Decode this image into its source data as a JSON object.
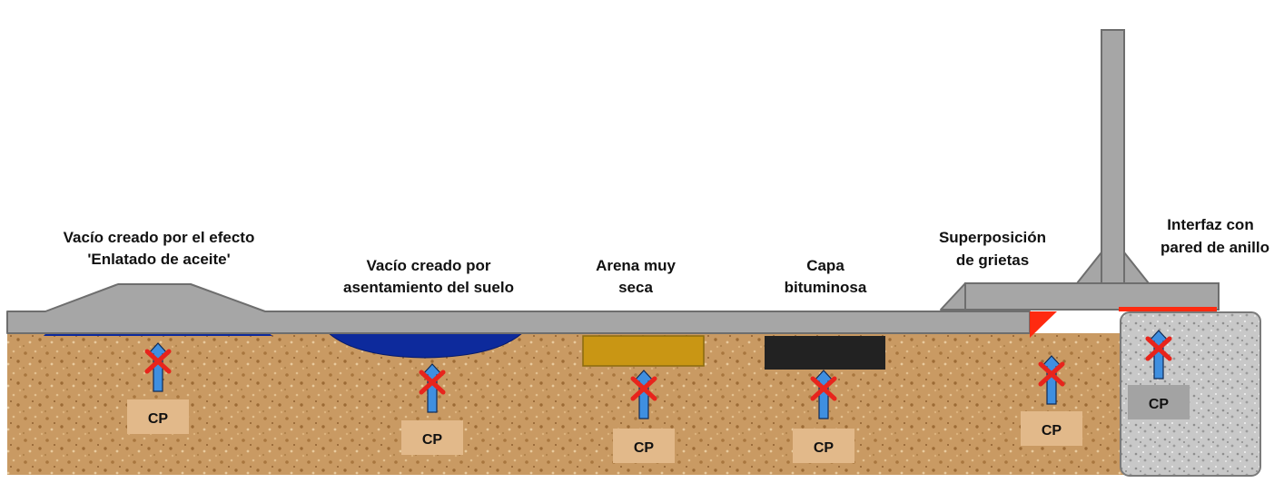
{
  "labels": {
    "oil_canning": [
      "Vacío creado por el efecto",
      "'Enlatado de aceite'"
    ],
    "soil_settlement": [
      "Vacío creado por",
      "asentamiento del suelo"
    ],
    "dry_sand": [
      "Arena muy",
      "seca"
    ],
    "bituminous": [
      "Capa",
      "bituminosa"
    ],
    "crack_overlap": [
      "Superposición",
      "de grietas"
    ],
    "ring_interface": [
      "Interfaz con",
      "pared de anillo"
    ]
  },
  "cp_label": "CP",
  "colors": {
    "soil": "#c99a63",
    "soil_dark": "#a8763e",
    "steel": "#a6a6a6",
    "steel_edge": "#6e6e6e",
    "void_blue": "#0d2a9c",
    "sand": "#c99614",
    "bitumen": "#222222",
    "concrete": "#c8c8c8",
    "arrow_blue": "#3f8fe0",
    "block_x": "#e8241c",
    "interface_red": "#ff2a10",
    "cp_box": "#e2b98a",
    "cp_box_ring": "#a3a3a3"
  },
  "icons": [
    "cp-arrow-icon",
    "blocked-x-icon"
  ]
}
